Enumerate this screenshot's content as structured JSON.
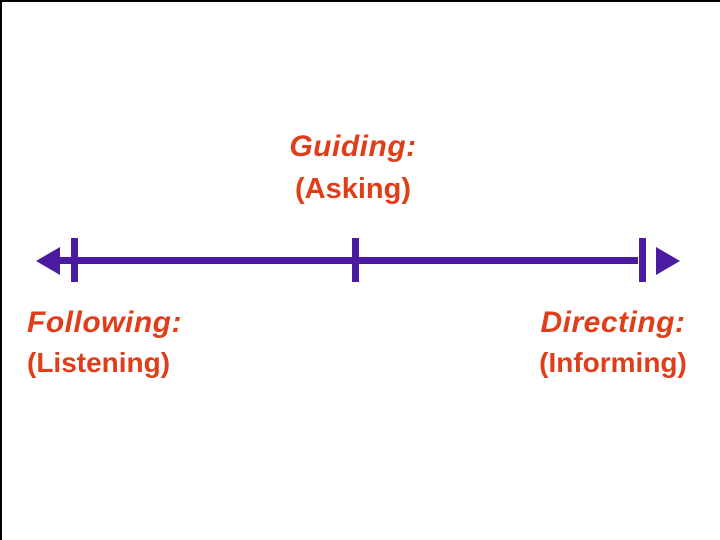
{
  "colors": {
    "background": "#ffffff",
    "frame": "#000000",
    "label-text": "#e13d19",
    "spectrum-line": "#4a1aa0"
  },
  "slide": {
    "title": {
      "line1": "Guiding:",
      "line2": "(Asking)"
    },
    "spectrum": {
      "left_arrow_icon": "left-arrow",
      "right_arrow_icon": "right-arrow",
      "tick_count": 3
    },
    "left_label": {
      "line1": "Following:",
      "line2": "(Listening)"
    },
    "right_label": {
      "line1": "Directing:",
      "line2": "(Informing)"
    }
  }
}
